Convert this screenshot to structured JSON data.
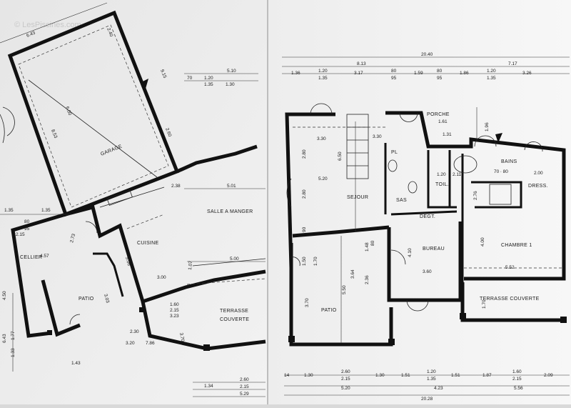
{
  "watermark": "© LesPiscines.com",
  "left_plan": {
    "rooms": {
      "garage": "GARAGE",
      "salle_a_manger": "SALLE A MANGER",
      "cuisine": "CUISINE",
      "cellier": "CELLIER",
      "patio": "PATIO",
      "terrasse_line1": "TERRASSE",
      "terrasse_line2": "COUVERTE"
    },
    "dims": {
      "d_6_43_top": "6.43",
      "d_2_40": "2.40",
      "d_9_15": "9.15",
      "d_5_10": "5.10",
      "d_1_20": "1.20",
      "d_70": "70",
      "d_1_35": "1.35",
      "d_1_30": "1.30",
      "d_6_00": "6.00",
      "d_8_53": "8.53",
      "d_2_60": "2.60",
      "d_5_01": "5.01",
      "d_2_38": "2.38",
      "d_1_35_left": "1.35",
      "d_1_35_b": "1.35",
      "d_80": "80",
      "d_95": "95",
      "d_2_15": "2.15",
      "d_4_57": "4.57",
      "d_2_73": "2.73",
      "d_5_06": "5.06",
      "d_3_00": "3.00",
      "d_5_00": "5.00",
      "d_1_07": "1.07",
      "d_3_03": "3.03",
      "d_1_60": "1.60",
      "d_2_15b": "2.15",
      "d_3_23": "3.23",
      "d_4_50": "4.50",
      "d_6_43_left": "6.43",
      "d_2_30": "2.30",
      "d_3_20": "3.20",
      "d_7_86": "7.86",
      "d_3_70": "3.70",
      "d_1_43": "1.43",
      "d_1_34": "1.34",
      "d_2_60b": "2.60",
      "d_2_15c": "2.15",
      "d_5_29": "5.29",
      "d_1_77": "1.77",
      "d_1_33": "1.33"
    }
  },
  "right_plan": {
    "rooms": {
      "porche": "PORCHE",
      "pl": "PL",
      "sas": "SAS",
      "toil": "TOIL.",
      "bains": "BAINS",
      "dress": "DRESS.",
      "sejour": "SEJOUR",
      "degt": "DEGT.",
      "bureau": "BUREAU",
      "chambre": "CHAMBRE 1",
      "patio": "PATIO",
      "terrasse": "TERRASSE COUVERTE"
    },
    "dims": {
      "top_total": "20.40",
      "top_8_13": "8.13",
      "top_7_17": "7.17",
      "t_1_36": "1.36",
      "t_1_20": "1.20",
      "t_1_35": "1.35",
      "t_3_17": "3.17",
      "t_80": "80",
      "t_95": "95",
      "t_1_59": "1.59",
      "t_80b": "80",
      "t_95b": "95",
      "t_1_86": "1.86",
      "t_1_20b": "1.20",
      "t_1_35b": "1.35",
      "t_3_26": "3.26",
      "porche_161": "1.61",
      "porche_131": "1.31",
      "d_3_30": "3.30",
      "d_3_30b": "3.30",
      "d_6_50": "6.50",
      "d_2_80": "2.80",
      "d_2_80b": "2.80",
      "d_5_20": "5.20",
      "d_90": "90",
      "d_2_11": "2.11",
      "d_2_76": "2.76",
      "d_1_20": "1.20",
      "d_70_80": "70 ∙ 80",
      "d_2_00": "2.00",
      "d_4_10": "4.10",
      "d_3_60": "3.60",
      "d_4_00": "4.00",
      "d_5_52": "5.52",
      "d_1_50": "1.50",
      "d_1_70": "1.70",
      "d_3_64": "3.64",
      "d_2_36": "2.36",
      "d_5_50": "5.50",
      "d_3_70": "3.70",
      "d_1_48": "1.48",
      "d_80": "80",
      "d_1_70b": "1.70",
      "d_1_96": "1.96",
      "b_14": "14",
      "b_1_30": "1.30",
      "b_2_60": "2.60",
      "b_2_15": "2.15",
      "b_1_30b": "1.30",
      "b_1_51": "1.51",
      "b_1_20": "1.20",
      "b_1_35": "1.35",
      "b_1_51b": "1.51",
      "b_1_87": "1.87",
      "b_1_60": "1.60",
      "b_2_15b": "2.15",
      "b_2_09": "2.09",
      "b_5_20": "5.20",
      "b_4_23": "4.23",
      "b_5_56": "5.56",
      "b_total": "20.28"
    }
  }
}
